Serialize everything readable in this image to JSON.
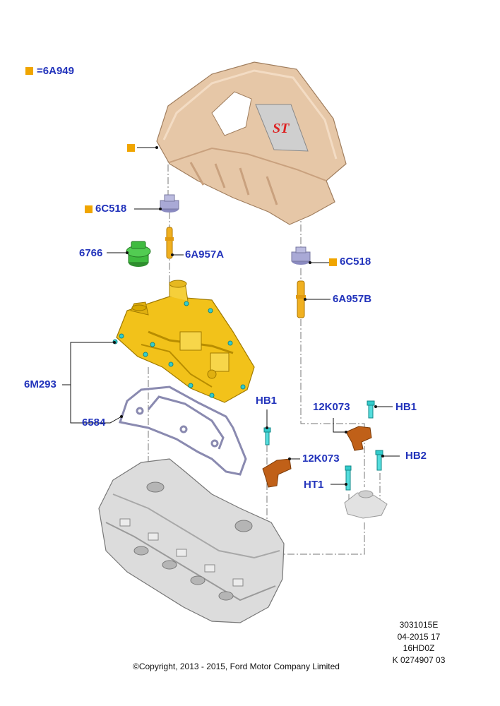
{
  "colors": {
    "label": "#2233bb",
    "marker": "#f0a500",
    "leader": "#111111",
    "centerline": "#777777",
    "cover": "#e6c7a7",
    "cover_dark": "#c9a17e",
    "badge": "#cccccc",
    "badge_text": "#dd2222",
    "manifold": "#f2c21a",
    "manifold_dark": "#b88d00",
    "cap": "#3fbb3f",
    "gasket": "#8a8ab0",
    "bolt": "#33cccc",
    "sensor": "#c06018",
    "grommet": "#a9a9d6",
    "stud": "#f0b020",
    "head": "#d8d8d8",
    "head_dark": "#9a9a9a",
    "bracket": "#dcdcdc"
  },
  "legend": {
    "code": "6A949",
    "eq": "="
  },
  "badge_text": "ST",
  "labels": {
    "grommet_left": "6C518",
    "grommet_right": "6C518",
    "oil_cap": "6766",
    "stud_a": "6A957A",
    "stud_b": "6A957B",
    "cam_cover": "6M293",
    "gasket": "6584",
    "bolt_hb1_left": "HB1",
    "bolt_hb1_right": "HB1",
    "sensor_left": "12K073",
    "sensor_right": "12K073",
    "bolt_hb2": "HB2",
    "bolt_ht1": "HT1"
  },
  "metadata": {
    "line1": "3031015E",
    "line2": "04-2015 17",
    "line3": "16HD0Z",
    "line4": "K 0274907 03"
  },
  "copyright": "©Copyright, 2013 - 2015, Ford Motor Company Limited"
}
